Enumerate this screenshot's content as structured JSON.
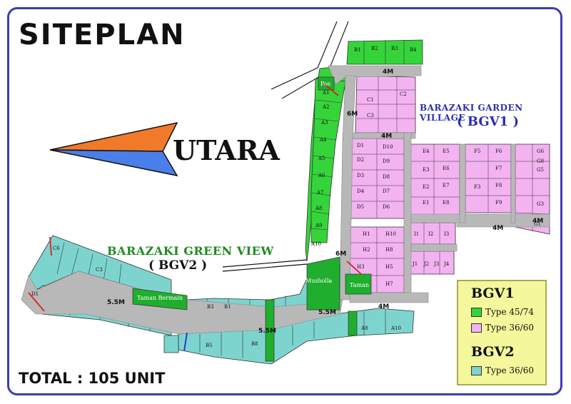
{
  "title": "SITEPLAN",
  "total": "TOTAL : 105 UNIT",
  "compass_label": "UTARA",
  "projects": {
    "bgv1": {
      "name": "BARAZAKI GARDEN VILLAGE",
      "code": "( BGV1 )"
    },
    "bgv2": {
      "name": "BARAZAKI GREEN VIEW",
      "code": "( BGV2 )"
    }
  },
  "legend": {
    "group1": "BGV1",
    "item1": "Type 45/74",
    "item2": "Type 36/60",
    "group2": "BGV2",
    "item3": "Type 36/60"
  },
  "colors": {
    "green_unit": "#35d43a",
    "pink_unit": "#f3b3f1",
    "teal_unit": "#7dd4cf",
    "road": "#b8b8b8",
    "green_space": "#1fae2d"
  },
  "road_labels": {
    "r_4m_top": "4M",
    "r_6m_left": "6M",
    "r_4m_mid": "4M",
    "r_4m_right": "4M",
    "r_4m_center": "4M",
    "r_6m_lower": "6M",
    "r_4m_bottom": "4M",
    "r_55_left": "5.5M",
    "r_55_mid": "5.5M",
    "r_55_right": "5.5M"
  },
  "areas": {
    "pos": "Pos",
    "musholla": "Musholla",
    "taman": "Taman",
    "taman_bermain": "Taman Bermain"
  },
  "block_labels": {
    "b1": "B1",
    "b2": "B2",
    "b3": "B3",
    "b4": "B4",
    "a1": "A1",
    "a2": "A2",
    "a3": "A3",
    "a4": "A4",
    "a5": "A5",
    "a6": "A6",
    "a7": "A7",
    "a8": "A8",
    "a9": "A9",
    "a10": "A10",
    "c1": "C1",
    "c2": "C2",
    "c3": "C3",
    "d1": "D1",
    "d2": "D2",
    "d3": "D3",
    "d4": "D4",
    "d5": "D5",
    "d6": "D6",
    "d7": "D7",
    "d8": "D8",
    "d9": "D9",
    "d10": "D10",
    "e1": "E1",
    "e2": "E2",
    "e3": "E3",
    "e4": "E4",
    "e5": "E5",
    "e6": "E6",
    "e7": "E7",
    "e8": "E8",
    "f3": "F3",
    "f5": "F5",
    "f6": "F6",
    "f7": "F7",
    "f8": "F8",
    "f9": "F9",
    "g1": "G1",
    "g3": "G3",
    "g5": "G5",
    "g6": "G6",
    "g8": "G8",
    "h1": "H1",
    "h2": "H2",
    "h3": "H3",
    "h5": "H5",
    "h7": "H7",
    "h8": "H8",
    "h10": "H10",
    "i1": "I1",
    "i2": "I2",
    "i3": "I3",
    "j1": "J1",
    "j2": "J2",
    "j3": "J3",
    "j4": "J4",
    "v_c6": "C6",
    "v_d1": "D1",
    "v_c3": "C3",
    "v_b1": "B1",
    "v_b3": "B3",
    "v_b5": "B5",
    "v_b8": "B8",
    "v_a8": "A8",
    "v_a10": "A10"
  }
}
